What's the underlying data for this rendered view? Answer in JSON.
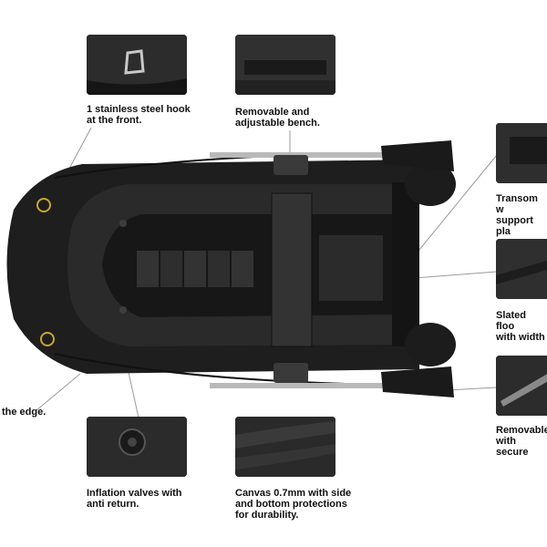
{
  "features": [
    {
      "id": "hook",
      "caption": "1 stainless steel hook\nat the front."
    },
    {
      "id": "bench",
      "caption": "Removable and\nadjustable bench."
    },
    {
      "id": "transom",
      "caption": "Transom w\nsupport pla"
    },
    {
      "id": "floor",
      "caption": "Slated floo\nwith width"
    },
    {
      "id": "oars",
      "caption": "Removable\nwith secure"
    },
    {
      "id": "edge",
      "caption": "the edge."
    },
    {
      "id": "valve",
      "caption": "Inflation valves with\nanti return."
    },
    {
      "id": "canvas",
      "caption": "Canvas 0.7mm with side\nand bottom protections\nfor durability."
    }
  ],
  "colors": {
    "boat": "#1e1e1e",
    "tube": "#262626",
    "leader": "#9a9a9a",
    "text": "#111111"
  }
}
